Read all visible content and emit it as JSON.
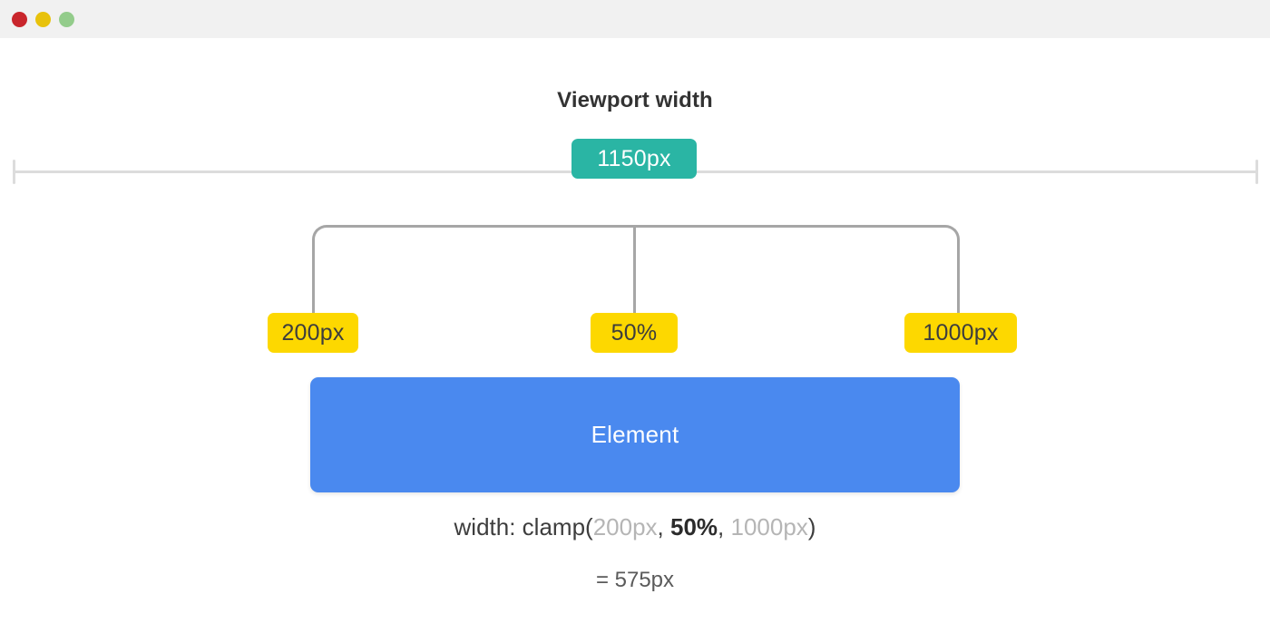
{
  "window": {
    "traffic_lights": [
      {
        "name": "close",
        "color": "#c9262c"
      },
      {
        "name": "minimize",
        "color": "#e8c20c"
      },
      {
        "name": "maximize",
        "color": "#93cc8b"
      }
    ]
  },
  "diagram": {
    "title": "Viewport width",
    "viewport_badge": "1150px",
    "min_badge": "200px",
    "pref_badge": "50%",
    "max_badge": "1000px",
    "element_label": "Element",
    "result": "= 575px"
  },
  "formula": {
    "property": "width: clamp(",
    "min": "200px",
    "sep1": ", ",
    "pref": "50%",
    "sep2": ", ",
    "max": "1000px",
    "close": ")"
  },
  "colors": {
    "titlebar": "#f1f1f1",
    "teal": "#2ab5a4",
    "yellow": "#fdd800",
    "blue": "#4a89ef",
    "ruler": "#dcdcdc",
    "bracket": "#a6a6a6",
    "text_dark": "#333333",
    "text_muted": "#b5b5b5"
  }
}
